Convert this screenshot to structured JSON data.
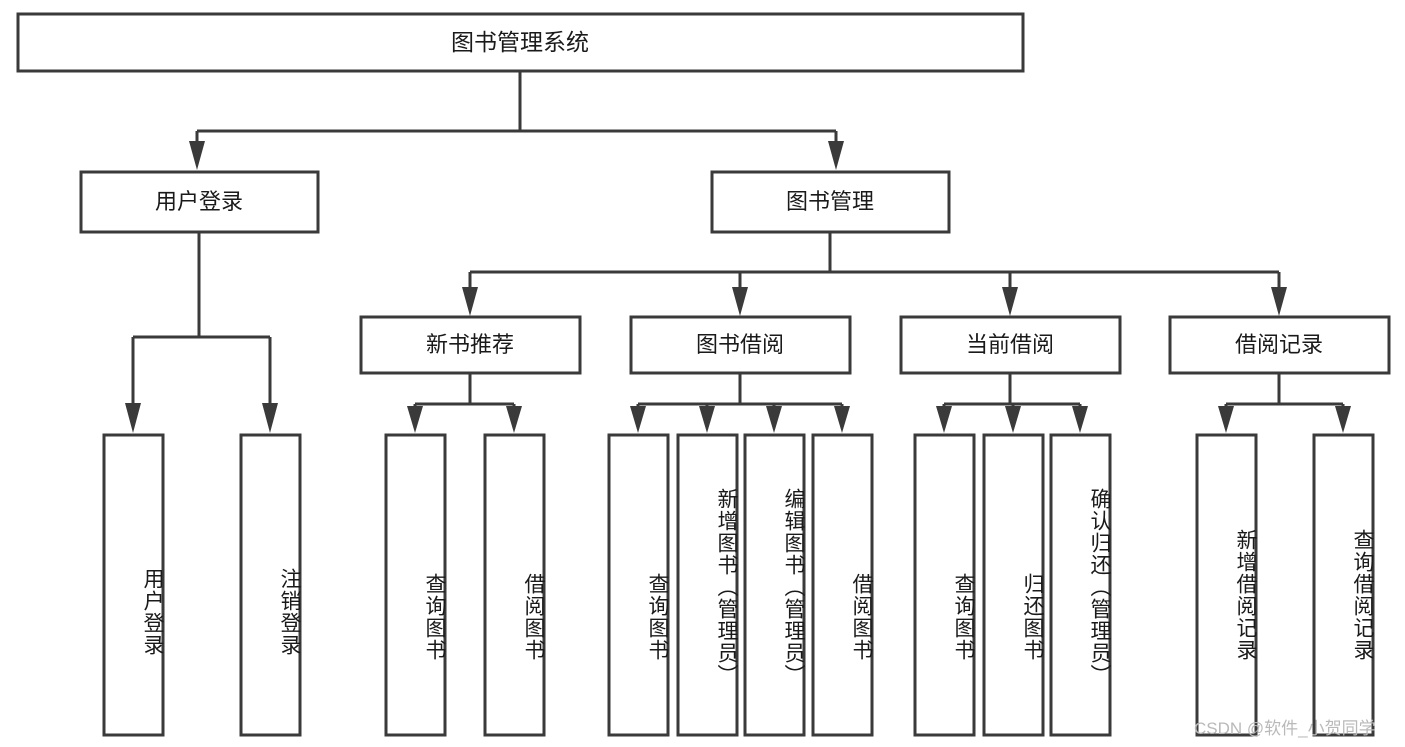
{
  "diagram": {
    "type": "tree",
    "title": "图书管理系统",
    "root": {
      "label": "图书管理系统"
    },
    "level1": [
      {
        "label": "用户登录"
      },
      {
        "label": "图书管理"
      }
    ],
    "level2": [
      {
        "label": "新书推荐"
      },
      {
        "label": "图书借阅"
      },
      {
        "label": "当前借阅"
      },
      {
        "label": "借阅记录"
      }
    ],
    "leaves": {
      "user_login": [
        {
          "label": "用户登录"
        },
        {
          "label": "注销登录"
        }
      ],
      "new_book_recommend": [
        {
          "label": "查询图书"
        },
        {
          "label": "借阅图书"
        }
      ],
      "book_borrow": [
        {
          "label": "查询图书"
        },
        {
          "label": "新增图书（管理员）"
        },
        {
          "label": "编辑图书（管理员）"
        },
        {
          "label": "借阅图书"
        }
      ],
      "current_borrow": [
        {
          "label": "查询图书"
        },
        {
          "label": "归还图书"
        },
        {
          "label": "确认归还（管理员）"
        }
      ],
      "borrow_record": [
        {
          "label": "新增借阅记录"
        },
        {
          "label": "查询借阅记录"
        }
      ]
    },
    "edges": [
      {
        "from": "图书管理系统",
        "to": "用户登录"
      },
      {
        "from": "图书管理系统",
        "to": "图书管理"
      },
      {
        "from": "用户登录",
        "to": "用户登录"
      },
      {
        "from": "用户登录",
        "to": "注销登录"
      },
      {
        "from": "图书管理",
        "to": "新书推荐"
      },
      {
        "from": "图书管理",
        "to": "图书借阅"
      },
      {
        "from": "图书管理",
        "to": "当前借阅"
      },
      {
        "from": "图书管理",
        "to": "借阅记录"
      },
      {
        "from": "新书推荐",
        "to": "查询图书"
      },
      {
        "from": "新书推荐",
        "to": "借阅图书"
      },
      {
        "from": "图书借阅",
        "to": "查询图书"
      },
      {
        "from": "图书借阅",
        "to": "新增图书（管理员）"
      },
      {
        "from": "图书借阅",
        "to": "编辑图书（管理员）"
      },
      {
        "from": "图书借阅",
        "to": "借阅图书"
      },
      {
        "from": "当前借阅",
        "to": "查询图书"
      },
      {
        "from": "当前借阅",
        "to": "归还图书"
      },
      {
        "from": "当前借阅",
        "to": "确认归还（管理员）"
      },
      {
        "from": "借阅记录",
        "to": "新增借阅记录"
      },
      {
        "from": "借阅记录",
        "to": "查询借阅记录"
      }
    ],
    "colors": {
      "box_stroke": "#3a3a3a",
      "box_fill": "#ffffff",
      "text": "#1a1a1a",
      "background": "#ffffff",
      "watermark": "#b9b9b9"
    }
  },
  "watermark": {
    "text": "CSDN @软件_小贺同学"
  }
}
